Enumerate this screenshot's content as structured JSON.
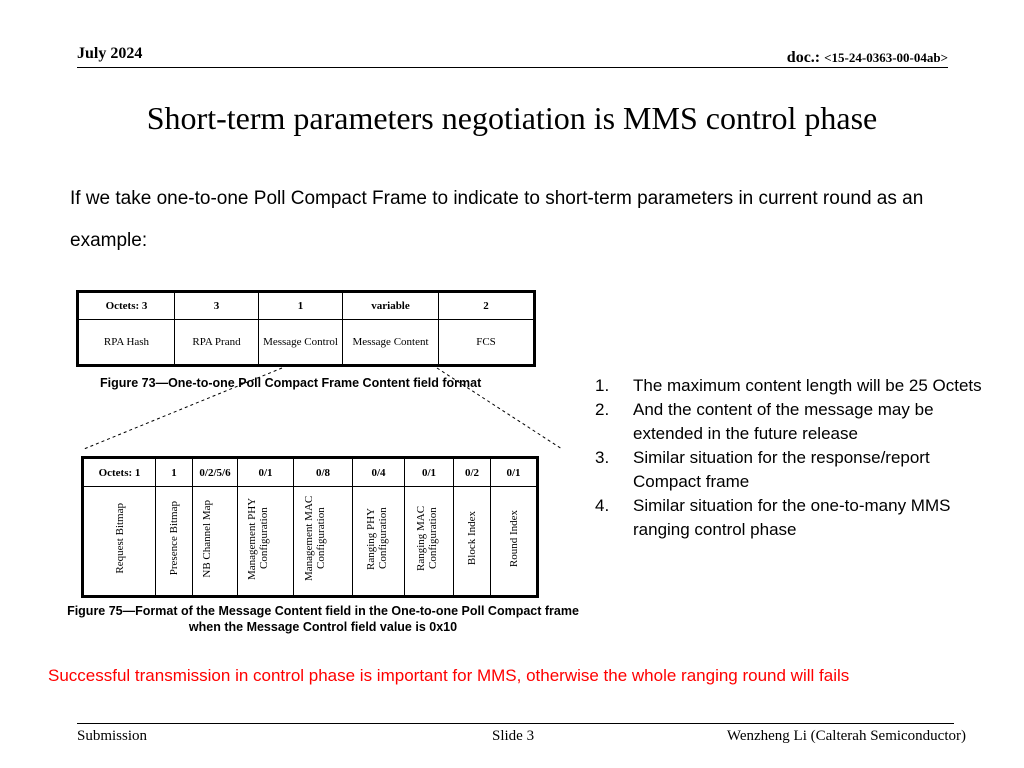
{
  "header": {
    "date": "July 2024",
    "doc_label": "doc.: ",
    "doc_number": "<15-24-0363-00-04ab>"
  },
  "title": "Short-term parameters negotiation is MMS control phase",
  "intro": "If we take one-to-one Poll Compact Frame to indicate to short-term parameters in current round as an example:",
  "figure73": {
    "octets": [
      "Octets: 3",
      "3",
      "1",
      "variable",
      "2"
    ],
    "fields": [
      "RPA Hash",
      "RPA Prand",
      "Message Control",
      "Message Content",
      "FCS"
    ],
    "caption": "Figure 73—One-to-one Poll Compact Frame Content field format"
  },
  "figure75": {
    "octets": [
      "Octets: 1",
      "1",
      "0/2/5/6",
      "0/1",
      "0/8",
      "0/4",
      "0/1",
      "0/2",
      "0/1"
    ],
    "fields": [
      "Request Bitmap",
      "Presence Bitmap",
      "NB Channel Map",
      "Management PHY Configuration",
      "Management MAC Configuration",
      "Ranging PHY Configuration",
      "Ranging MAC Configuration",
      "Block Index",
      "Round Index"
    ],
    "caption_line1": "Figure 75—Format of the Message Content field in the One-to-one Poll Compact frame",
    "caption_line2": "when the Message Control field value is 0x10"
  },
  "notes": [
    {
      "num": "1.",
      "text": "The maximum content length will be 25 Octets"
    },
    {
      "num": "2.",
      "text": "And the content of the message may be extended in the future release"
    },
    {
      "num": "3.",
      "text": "Similar situation for the response/report Compact frame"
    },
    {
      "num": "4.",
      "text": "Similar situation for the one-to-many MMS ranging control phase"
    }
  ],
  "warning": "Successful transmission in control phase is important for MMS, otherwise the whole ranging round will fails",
  "warning_color": "#ff0000",
  "footer": {
    "left": "Submission",
    "center": "Slide 3",
    "right": "Wenzheng Li (Calterah Semiconductor)"
  }
}
